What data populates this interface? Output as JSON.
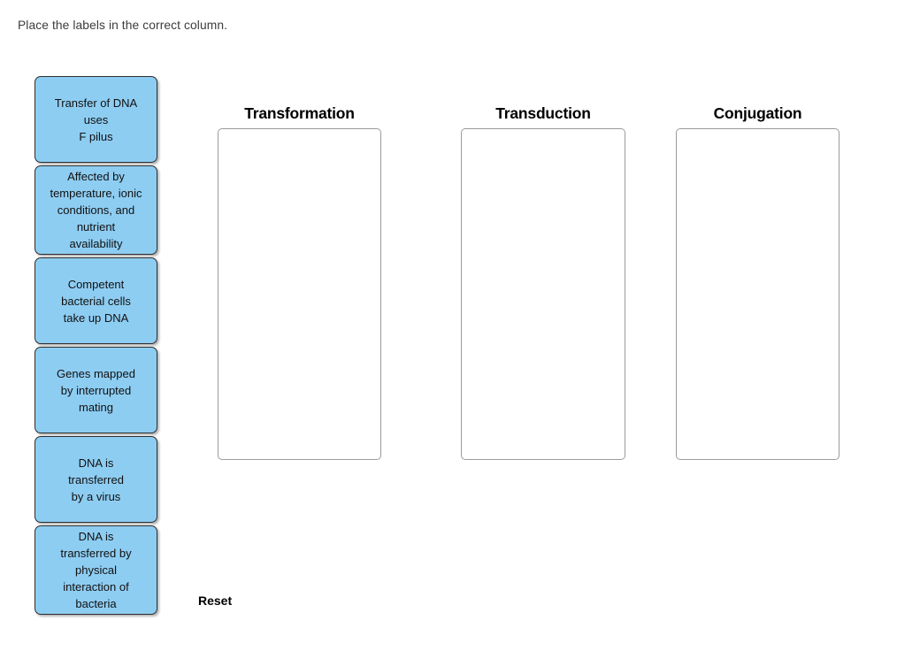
{
  "prompt": "Place the labels in the correct column.",
  "label_bank": {
    "tiles": [
      {
        "id": "f-pilus",
        "text": "Transfer of DNA\nuses\nF pilus",
        "lines": 3
      },
      {
        "id": "temperature",
        "text": "Affected by\ntemperature, ionic\nconditions, and\nnutrient\navailability",
        "lines": 5
      },
      {
        "id": "competent",
        "text": "Competent\nbacterial cells\ntake up DNA",
        "lines": 3
      },
      {
        "id": "interrupted",
        "text": "Genes mapped\nby interrupted\nmating",
        "lines": 3
      },
      {
        "id": "virus",
        "text": "DNA is\ntransferred\nby a virus",
        "lines": 3
      },
      {
        "id": "physical",
        "text": "DNA is\ntransferred by\nphysical\ninteraction of\nbacteria",
        "lines": 5
      }
    ]
  },
  "columns": [
    {
      "id": "transformation",
      "header": "Transformation",
      "items": []
    },
    {
      "id": "transduction",
      "header": "Transduction",
      "items": []
    },
    {
      "id": "conjugation",
      "header": "Conjugation",
      "items": []
    }
  ],
  "reset": {
    "label": "Reset"
  },
  "colors": {
    "tile_fill": "#8ecdf2",
    "tile_border": "#2f2f2f",
    "zone_border": "#9b9b9b",
    "page_background": "#ffffff",
    "prompt_text": "#3c3c3c"
  }
}
